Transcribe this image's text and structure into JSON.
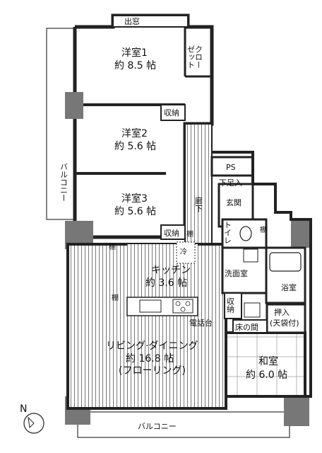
{
  "rooms": {
    "bedroom1": {
      "name": "洋室1",
      "area": "約 8.5 帖"
    },
    "bedroom2": {
      "name": "洋室2",
      "area": "約 5.6 帖"
    },
    "bedroom3": {
      "name": "洋室3",
      "area": "約 5.6 帖"
    },
    "kitchen": {
      "name": "キッチン",
      "area": "約 3.6 帖"
    },
    "living": {
      "name": "リビング·ダイニング",
      "area": "約 16.8 帖",
      "note": "(フローリング)"
    },
    "washitsu": {
      "name": "和室",
      "area": "約 6.0 帖"
    }
  },
  "labels": {
    "window": "出窓",
    "closet_line1": "クロー",
    "closet_line2": "ゼット",
    "storage": "収納",
    "storage_v": "収納",
    "storage3": "収納",
    "shelf": "棚",
    "shelf2": "棚",
    "shelf3": "棚",
    "shelf4": "棚",
    "balcony_west": "バルコニー",
    "balcony_south": "バルコニー",
    "ps": "PS",
    "shoe_storage": "下足入",
    "entrance": "玄関",
    "corridor": "廊下",
    "toilet": "トイレ",
    "washroom": "洗面室",
    "bathroom": "浴室",
    "fridge": "冷",
    "phone_stand": "電話台",
    "tokonoma": "床の間",
    "oshiire": "押入",
    "tenbukuro": "(天袋付)",
    "north": "N"
  }
}
